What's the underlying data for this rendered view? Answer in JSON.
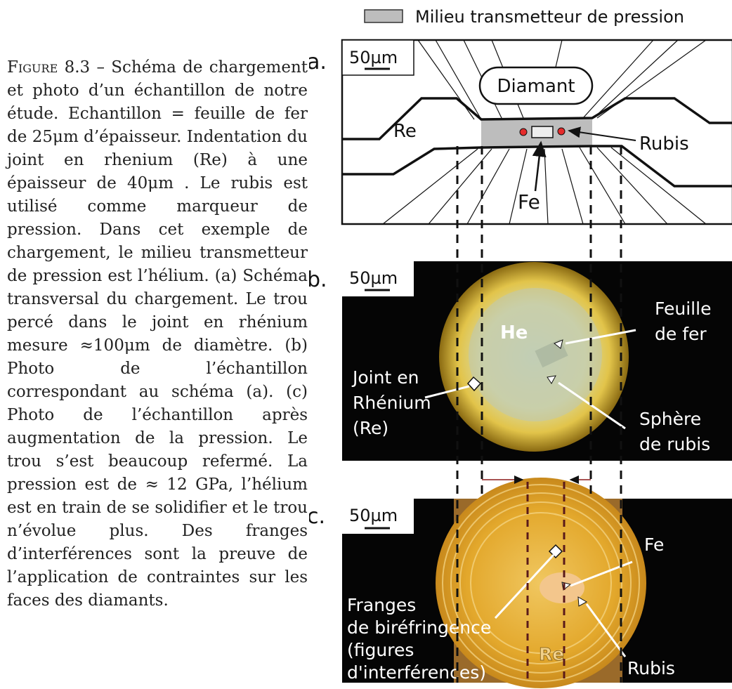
{
  "caption": {
    "label": "Figure 8.3",
    "text": " – Schéma de chargement et photo d’un échantillon de notre étude. Echantillon = feuille de fer de 25μm d’épaisseur. Indentation du joint en rhenium (Re) à une épaisseur de 40μm . Le rubis est utilisé comme marqueur de pression. Dans cet exemple de chargement, le milieu transmetteur de pression est l’hélium. (a) Schéma transversal du chargement. Le trou percé dans le joint en rhénium mesure ≈100μm de diamètre. (b) Photo de l’échantillon correspondant au schéma (a). (c) Photo de l’échantillon après augmentation de la pression. Le trou s’est beaucoup refermé. La pression est de ≈ 12 GPa, l’hélium est en train de se solidifier et le trou n’évolue plus. Des franges d’interférences sont la preuve de l’application de contraintes sur les faces des diamants."
  },
  "legend": {
    "label": "Milieu transmetteur de pression",
    "swatch_color": "#bdbdbd"
  },
  "panel_a": {
    "tag": "a.",
    "scale": "50µm",
    "diamond": "Diamant",
    "re": "Re",
    "rubis": "Rubis",
    "fe": "Fe"
  },
  "panel_b": {
    "tag": "b.",
    "scale": "50µm",
    "he": "He",
    "feuille_1": "Feuille",
    "feuille_2": "de fer",
    "joint_1": "Joint en",
    "joint_2": "Rhénium",
    "joint_3": "(Re)",
    "sphere_1": "Sphère",
    "sphere_2": "de rubis"
  },
  "panel_c": {
    "tag": "c.",
    "scale": "50µm",
    "fe": "Fe",
    "franges_1": "Franges",
    "franges_2": "de biréfringence",
    "franges_3": "(figures",
    "franges_4": "d'interférences)",
    "re": "Re",
    "rubis": "Rubis"
  }
}
